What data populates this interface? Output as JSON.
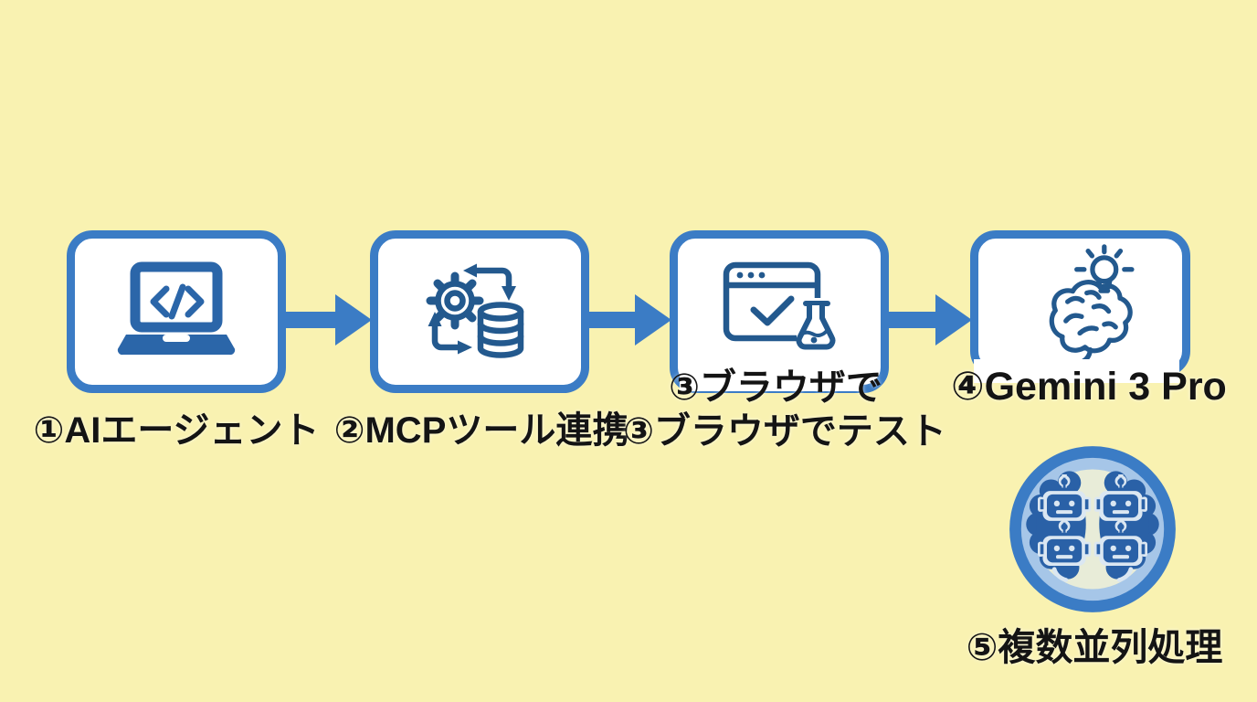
{
  "colors": {
    "background": "#f9f2b1",
    "box_border": "#3b7cc5",
    "arrow": "#3b7cc5",
    "icon_outline": "#23598e",
    "icon_solid_fill": "#2b66a9",
    "text": "#141414",
    "badge_outer_ring": "#3b7cc5",
    "badge_mid_ring": "#a6c6e8",
    "badge_inner": "#e8ecd8",
    "badge_brain": "#2a61a7",
    "badge_detail": "#dbe7f2"
  },
  "flow": {
    "connector_icon": "arrow-right-icon",
    "steps": [
      {
        "id": 1,
        "icon": "laptop-code-icon",
        "label": "①AIエージェント"
      },
      {
        "id": 2,
        "icon": "gear-database-sync-icon",
        "label": "②MCPツール連携"
      },
      {
        "id": 3,
        "icon": "browser-test-icon",
        "overlay_label": "③ブラウザで",
        "label": "③ブラウザでテスト"
      },
      {
        "id": 4,
        "icon": "brain-idea-icon",
        "label": "④Gemini 3 Pro"
      }
    ]
  },
  "badge": {
    "icon": "multi-robot-brain-icon",
    "label": "⑤複数並列処理"
  }
}
